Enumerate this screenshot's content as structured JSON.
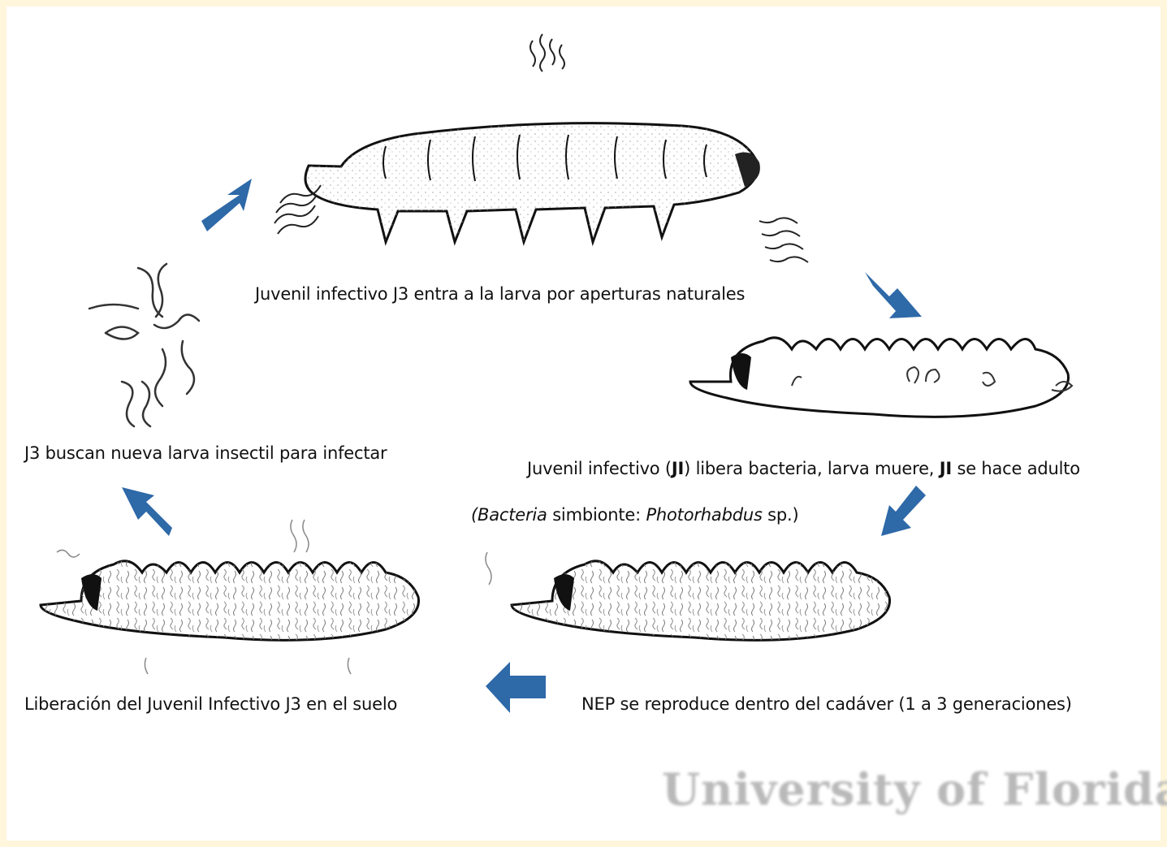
{
  "labels": {
    "entry": "Juvenil infectivo J3 entra a la larva por aperturas naturales",
    "release_bacteria_prefix": "Juvenil infectivo (",
    "release_bacteria_ji1": "JI",
    "release_bacteria_middle": ") libera bacteria, larva muere, ",
    "release_bacteria_ji2": "JI",
    "release_bacteria_suffix": " se hace adulto",
    "symbiont_open": "(",
    "symbiont_word": "Bacteria",
    "symbiont_middle": " simbionte: ",
    "symbiont_genus": "Photorhabdus",
    "symbiont_suffix": " sp.)",
    "reproduce": "NEP se reproduce dentro del cadáver (1 a 3 generaciones)",
    "liberation": "Liberación del Juvenil Infectivo J3 en el suelo",
    "search": "J3 buscan nueva larva insectil para infectar"
  },
  "credit": "University of Florida",
  "colors": {
    "arrow": "#2e69a8",
    "background": "#fff6dc",
    "ink": "#111111"
  }
}
